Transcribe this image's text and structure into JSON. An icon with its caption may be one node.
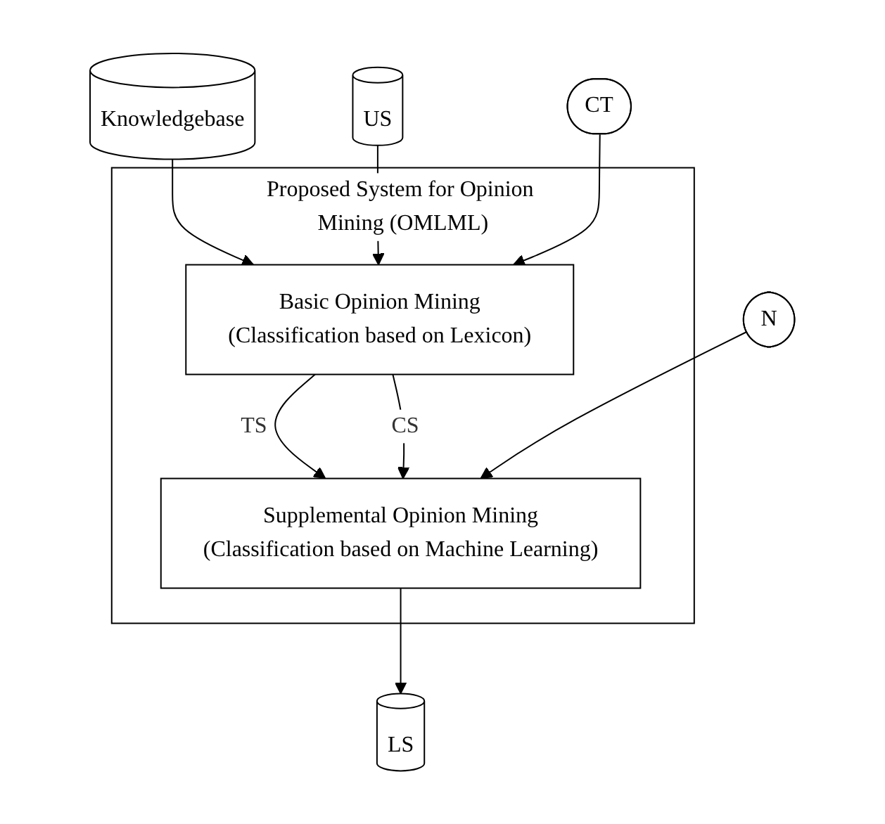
{
  "diagram": {
    "nodes": [
      {
        "text": [
          "Knowledgebase"
        ]
      },
      {
        "text": [
          "US"
        ]
      },
      {
        "text": [
          "Proposed System for Opinion Mining (OMLML)"
        ]
      },
      {
        "text": [
          "Basic Opinion Mining",
          "(Classification based on Lexicon)"
        ],
        "in": 2
      },
      {
        "text": [
          "CT"
        ]
      },
      {
        "text": [
          "Supplemental Opinion Mining",
          "(Classification based on Machine Learning)"
        ],
        "in": 2
      },
      {
        "text": [
          "N"
        ]
      },
      {
        "text": [
          "LS"
        ]
      }
    ],
    "edges": [
      {
        "from": 0,
        "to": 3,
        "arrow": "to"
      },
      {
        "from": 1,
        "to": 3,
        "arrow": "to"
      },
      {
        "from": 4,
        "to": 3,
        "arrow": "to"
      },
      {
        "from": 3,
        "to": 5,
        "label": "TS",
        "arrow": "to"
      },
      {
        "from": 3,
        "to": 5,
        "label": "CS",
        "arrow": "to"
      },
      {
        "from": 6,
        "to": 5,
        "arrow": "to"
      },
      {
        "from": 5,
        "to": 7,
        "arrow": "to"
      }
    ]
  }
}
